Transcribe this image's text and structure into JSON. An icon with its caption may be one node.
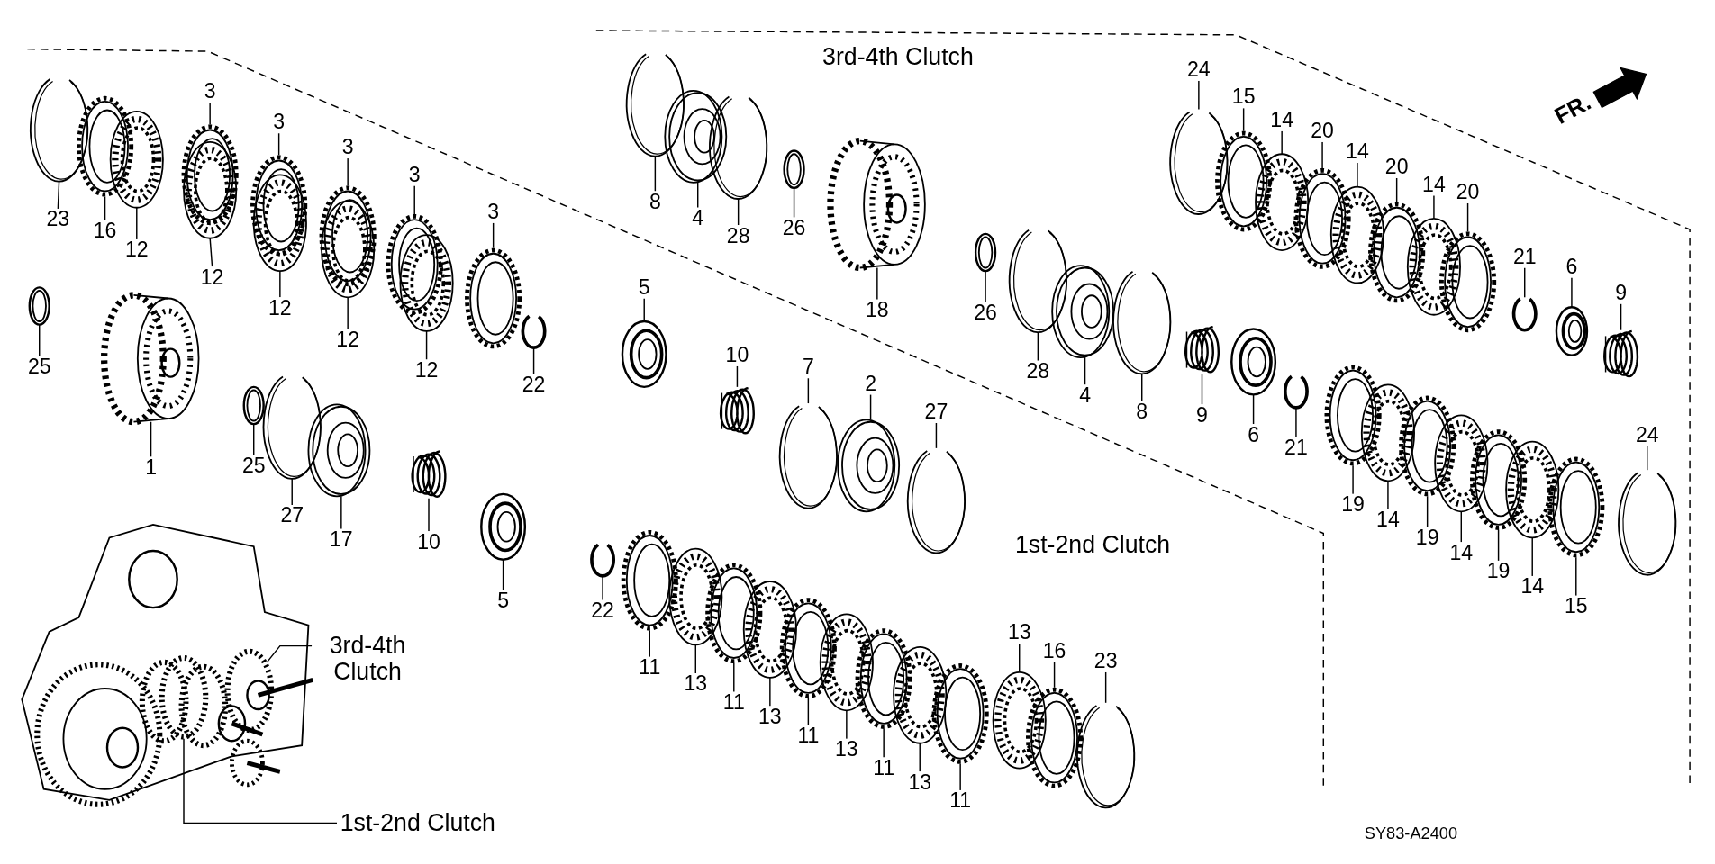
{
  "diagram": {
    "nodes": [
      {
        "text": [
          "23"
        ]
      },
      {
        "text": [
          "16"
        ]
      },
      {
        "text": [
          "12"
        ]
      },
      {
        "text": [
          "3"
        ]
      },
      {
        "text": [
          "12"
        ]
      },
      {
        "text": [
          "3"
        ]
      },
      {
        "text": [
          "12"
        ]
      },
      {
        "text": [
          "3"
        ]
      },
      {
        "text": [
          "12"
        ]
      },
      {
        "text": [
          "3"
        ]
      },
      {
        "text": [
          "12"
        ]
      },
      {
        "text": [
          "3"
        ]
      },
      {
        "text": [
          "22"
        ]
      },
      {
        "text": [
          "25"
        ]
      },
      {
        "text": [
          "1"
        ]
      },
      {
        "text": [
          "25"
        ]
      },
      {
        "text": [
          "27"
        ]
      },
      {
        "text": [
          "17"
        ]
      },
      {
        "text": [
          "10"
        ]
      },
      {
        "text": [
          "5"
        ]
      },
      {
        "text": [
          "8"
        ]
      },
      {
        "text": [
          "4"
        ]
      },
      {
        "text": [
          "28"
        ]
      },
      {
        "text": [
          "26"
        ]
      },
      {
        "text": [
          "18"
        ]
      },
      {
        "text": [
          "26"
        ]
      },
      {
        "text": [
          "28"
        ]
      },
      {
        "text": [
          "4"
        ]
      },
      {
        "text": [
          "8"
        ]
      },
      {
        "text": [
          "5"
        ]
      },
      {
        "text": [
          "10"
        ]
      },
      {
        "text": [
          "7"
        ]
      },
      {
        "text": [
          "2"
        ]
      },
      {
        "text": [
          "27"
        ]
      },
      {
        "text": [
          "24"
        ]
      },
      {
        "text": [
          "15"
        ]
      },
      {
        "text": [
          "14"
        ]
      },
      {
        "text": [
          "20"
        ]
      },
      {
        "text": [
          "14"
        ]
      },
      {
        "text": [
          "20"
        ]
      },
      {
        "text": [
          "14"
        ]
      },
      {
        "text": [
          "20"
        ]
      },
      {
        "text": [
          "21"
        ]
      },
      {
        "text": [
          "6"
        ]
      },
      {
        "text": [
          "9"
        ]
      },
      {
        "text": [
          "9"
        ]
      },
      {
        "text": [
          "6"
        ]
      },
      {
        "text": [
          "21"
        ]
      },
      {
        "text": [
          "19"
        ]
      },
      {
        "text": [
          "14"
        ]
      },
      {
        "text": [
          "19"
        ]
      },
      {
        "text": [
          "14"
        ]
      },
      {
        "text": [
          "19"
        ]
      },
      {
        "text": [
          "14"
        ]
      },
      {
        "text": [
          "15"
        ]
      },
      {
        "text": [
          "24"
        ]
      },
      {
        "text": [
          "22"
        ]
      },
      {
        "text": [
          "11"
        ]
      },
      {
        "text": [
          "13"
        ]
      },
      {
        "text": [
          "11"
        ]
      },
      {
        "text": [
          "13"
        ]
      },
      {
        "text": [
          "11"
        ]
      },
      {
        "text": [
          "13"
        ]
      },
      {
        "text": [
          "11"
        ]
      },
      {
        "text": [
          "13"
        ]
      },
      {
        "text": [
          "11"
        ]
      },
      {
        "text": [
          "13"
        ]
      },
      {
        "text": [
          "16"
        ]
      },
      {
        "text": [
          "23"
        ]
      },
      {
        "text": [
          "3rd-4th Clutch"
        ]
      },
      {
        "text": [
          "1st-2nd Clutch"
        ]
      },
      {
        "text": [
          "3rd-4th Clutch"
        ]
      },
      {
        "text": [
          "1st-2nd Clutch"
        ]
      },
      {
        "text": [],
        "shape": "picture"
      },
      {
        "text": [],
        "shape": "picture"
      },
      {
        "text": [],
        "shape": "picture"
      },
      {
        "text": [],
        "shape": "picture"
      },
      {
        "text": [],
        "shape": "picture"
      },
      {
        "text": [],
        "shape": "picture"
      },
      {
        "text": [],
        "shape": "picture"
      },
      {
        "text": [],
        "shape": "picture"
      },
      {
        "text": [],
        "shape": "picture"
      },
      {
        "text": [],
        "shape": "picture"
      },
      {
        "text": [],
        "shape": "picture"
      },
      {
        "text": [],
        "shape": "picture"
      },
      {
        "text": [],
        "shape": "picture"
      },
      {
        "text": [],
        "shape": "picture"
      },
      {
        "text": [],
        "shape": "picture"
      },
      {
        "text": [],
        "shape": "picture"
      },
      {
        "text": [],
        "shape": "picture"
      },
      {
        "text": [],
        "shape": "picture"
      },
      {
        "text": [],
        "shape": "picture"
      },
      {
        "text": [],
        "shape": "picture"
      },
      {
        "text": [],
        "shape": "picture"
      },
      {
        "text": [],
        "shape": "picture"
      },
      {
        "text": [],
        "shape": "picture"
      },
      {
        "text": [],
        "shape": "picture"
      },
      {
        "text": [],
        "shape": "picture"
      },
      {
        "text": [],
        "shape": "picture"
      },
      {
        "text": [],
        "shape": "picture"
      },
      {
        "text": [],
        "shape": "picture"
      },
      {
        "text": [],
        "shape": "picture"
      },
      {
        "text": [],
        "shape": "picture"
      },
      {
        "text": [],
        "shape": "picture"
      },
      {
        "text": [],
        "shape": "picture"
      },
      {
        "text": [],
        "shape": "picture"
      },
      {
        "text": [],
        "shape": "picture"
      },
      {
        "text": [],
        "shape": "picture"
      },
      {
        "text": [],
        "shape": "picture"
      },
      {
        "text": [],
        "shape": "picture"
      },
      {
        "text": [],
        "shape": "picture"
      },
      {
        "text": [],
        "shape": "picture"
      },
      {
        "text": [],
        "shape": "picture"
      },
      {
        "text": [],
        "shape": "picture"
      },
      {
        "text": [],
        "shape": "picture"
      },
      {
        "text": [],
        "shape": "picture"
      },
      {
        "text": [],
        "shape": "picture"
      },
      {
        "text": [],
        "shape": "picture"
      },
      {
        "text": [],
        "shape": "picture"
      },
      {
        "text": [],
        "shape": "picture"
      },
      {
        "text": [],
        "shape": "picture"
      },
      {
        "text": [],
        "shape": "picture"
      },
      {
        "text": [],
        "shape": "picture"
      },
      {
        "text": [],
        "shape": "picture"
      },
      {
        "text": [],
        "shape": "picture"
      },
      {
        "text": [],
        "shape": "picture"
      },
      {
        "text": [],
        "shape": "picture"
      },
      {
        "text": [],
        "shape": "picture"
      },
      {
        "text": [],
        "shape": "picture"
      },
      {
        "text": [],
        "shape": "picture"
      },
      {
        "text": [],
        "shape": "picture"
      },
      {
        "text": [],
        "shape": "picture"
      },
      {
        "text": [],
        "shape": "picture"
      },
      {
        "text": [],
        "shape": "picture"
      },
      {
        "text": [],
        "shape": "picture"
      },
      {
        "text": [],
        "shape": "picture"
      },
      {
        "text": [],
        "shape": "picture"
      },
      {
        "text": [],
        "shape": "picture"
      },
      {
        "text": [],
        "shape": "picture"
      },
      {
        "text": [],
        "shape": "picture"
      },
      {
        "text": [],
        "shape": "picture"
      },
      {
        "text": [],
        "shape": "picture"
      },
      {
        "text": [],
        "shape": "picture"
      }
    ],
    "edges": [
      {
        "from": 0,
        "to": 73,
        "arrow": "none"
      },
      {
        "from": 1,
        "to": 74,
        "arrow": "none"
      },
      {
        "from": 2,
        "to": 75,
        "arrow": "none"
      },
      {
        "from": 3,
        "to": 76,
        "arrow": "none"
      },
      {
        "from": 4,
        "to": 77,
        "arrow": "none"
      },
      {
        "from": 5,
        "to": 78,
        "arrow": "none"
      },
      {
        "from": 6,
        "to": 79,
        "arrow": "none"
      },
      {
        "from": 7,
        "to": 80,
        "arrow": "none"
      },
      {
        "from": 8,
        "to": 81,
        "arrow": "none"
      },
      {
        "from": 9,
        "to": 82,
        "arrow": "none"
      },
      {
        "from": 10,
        "to": 83,
        "arrow": "none"
      },
      {
        "from": 11,
        "to": 84,
        "arrow": "none"
      },
      {
        "from": 12,
        "to": 85,
        "arrow": "none"
      },
      {
        "from": 13,
        "to": 86,
        "arrow": "none"
      },
      {
        "from": 14,
        "to": 87,
        "arrow": "none"
      },
      {
        "from": 15,
        "to": 88,
        "arrow": "none"
      },
      {
        "from": 16,
        "to": 89,
        "arrow": "none"
      },
      {
        "from": 17,
        "to": 90,
        "arrow": "none"
      },
      {
        "from": 18,
        "to": 91,
        "arrow": "none"
      },
      {
        "from": 19,
        "to": 92,
        "arrow": "none"
      },
      {
        "from": 20,
        "to": 93,
        "arrow": "none"
      },
      {
        "from": 21,
        "to": 94,
        "arrow": "none"
      },
      {
        "from": 22,
        "to": 95,
        "arrow": "none"
      },
      {
        "from": 23,
        "to": 96,
        "arrow": "none"
      },
      {
        "from": 24,
        "to": 97,
        "arrow": "none"
      },
      {
        "from": 25,
        "to": 98,
        "arrow": "none"
      },
      {
        "from": 26,
        "to": 99,
        "arrow": "none"
      },
      {
        "from": 27,
        "to": 100,
        "arrow": "none"
      },
      {
        "from": 28,
        "to": 101,
        "arrow": "none"
      },
      {
        "from": 29,
        "to": 102,
        "arrow": "none"
      },
      {
        "from": 30,
        "to": 103,
        "arrow": "none"
      },
      {
        "from": 31,
        "to": 104,
        "arrow": "none"
      },
      {
        "from": 32,
        "to": 105,
        "arrow": "none"
      },
      {
        "from": 33,
        "to": 106,
        "arrow": "none"
      },
      {
        "from": 34,
        "to": 107,
        "arrow": "none"
      },
      {
        "from": 35,
        "to": 108,
        "arrow": "none"
      },
      {
        "from": 36,
        "to": 109,
        "arrow": "none"
      },
      {
        "from": 37,
        "to": 110,
        "arrow": "none"
      },
      {
        "from": 38,
        "to": 111,
        "arrow": "none"
      },
      {
        "from": 39,
        "to": 112,
        "arrow": "none"
      },
      {
        "from": 40,
        "to": 113,
        "arrow": "none"
      },
      {
        "from": 41,
        "to": 114,
        "arrow": "none"
      },
      {
        "from": 42,
        "to": 115,
        "arrow": "none"
      },
      {
        "from": 43,
        "to": 116,
        "arrow": "none"
      },
      {
        "from": 44,
        "to": 117,
        "arrow": "none"
      },
      {
        "from": 45,
        "to": 118,
        "arrow": "none"
      },
      {
        "from": 46,
        "to": 119,
        "arrow": "none"
      },
      {
        "from": 47,
        "to": 120,
        "arrow": "none"
      },
      {
        "from": 48,
        "to": 121,
        "arrow": "none"
      },
      {
        "from": 49,
        "to": 122,
        "arrow": "none"
      },
      {
        "from": 50,
        "to": 123,
        "arrow": "none"
      },
      {
        "from": 51,
        "to": 124,
        "arrow": "none"
      },
      {
        "from": 52,
        "to": 125,
        "arrow": "none"
      },
      {
        "from": 53,
        "to": 126,
        "arrow": "none"
      },
      {
        "from": 54,
        "to": 127,
        "arrow": "none"
      },
      {
        "from": 55,
        "to": 128,
        "arrow": "none"
      },
      {
        "from": 56,
        "to": 129,
        "arrow": "none"
      },
      {
        "from": 57,
        "to": 130,
        "arrow": "none"
      },
      {
        "from": 58,
        "to": 131,
        "arrow": "none"
      },
      {
        "from": 59,
        "to": 132,
        "arrow": "none"
      },
      {
        "from": 60,
        "to": 133,
        "arrow": "none"
      },
      {
        "from": 61,
        "to": 134,
        "arrow": "none"
      },
      {
        "from": 62,
        "to": 135,
        "arrow": "none"
      },
      {
        "from": 63,
        "to": 136,
        "arrow": "none"
      },
      {
        "from": 64,
        "to": 137,
        "arrow": "none"
      },
      {
        "from": 65,
        "to": 138,
        "arrow": "none"
      },
      {
        "from": 66,
        "to": 139,
        "arrow": "none"
      },
      {
        "from": 67,
        "to": 140,
        "arrow": "none"
      },
      {
        "from": 68,
        "to": 141,
        "arrow": "none"
      },
      {
        "from": 69,
        "to": 142,
        "arrow": "none"
      },
      {
        "from": 70,
        "to": 142,
        "arrow": "none"
      }
    ],
    "labels": [
      "FR.",
      "SY83-A2400"
    ]
  }
}
